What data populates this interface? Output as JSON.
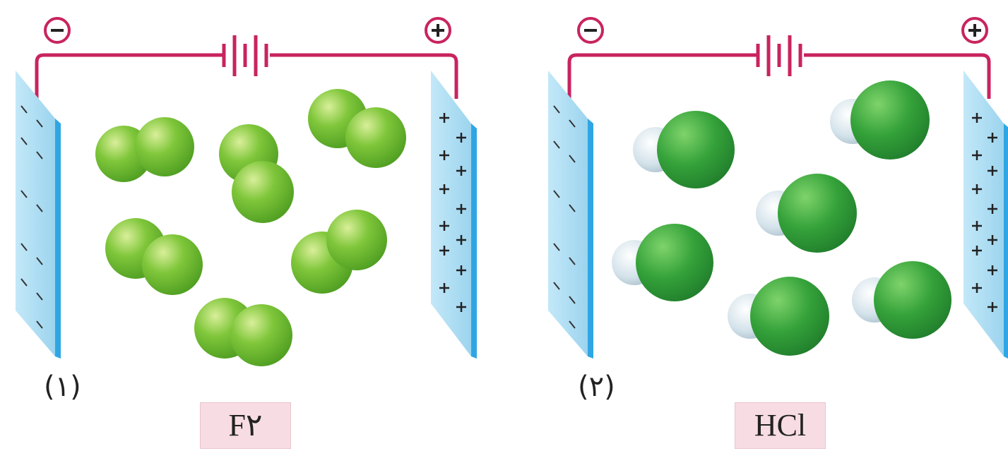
{
  "panels": [
    {
      "number_label": "(۱)",
      "formula": "F۲",
      "left_terminal": "−",
      "right_terminal": "+",
      "molecule": "F2",
      "atom_color": "#6cbf2e"
    },
    {
      "number_label": "(۲)",
      "formula": "HCl",
      "left_terminal": "−",
      "right_terminal": "+",
      "molecule": "HCl",
      "atom_color": "#36a636",
      "h_color": "#dbe8ef"
    }
  ],
  "colors": {
    "wire": "#c8245f",
    "plate_face": "#a9dbf2",
    "plate_edge": "#2fa6e3",
    "f_atom": "#6cbf2e",
    "cl_atom": "#36a636",
    "h_atom": "#dbe8ef",
    "label_box": "#f7dde3"
  },
  "icons": [
    "battery-icon",
    "minus-terminal-icon",
    "plus-terminal-icon"
  ]
}
